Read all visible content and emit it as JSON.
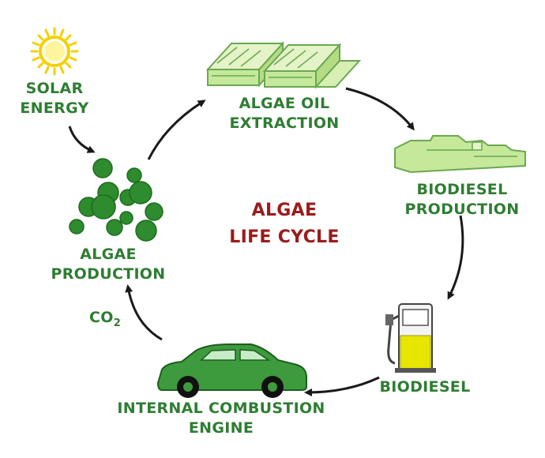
{
  "diagram": {
    "title": [
      "ALGAE",
      "LIFE CYCLE"
    ],
    "nodes": {
      "solar_energy": {
        "label": [
          "SOLAR",
          "ENERGY"
        ],
        "icon": "sun-icon"
      },
      "algae_oil_extraction": {
        "label": [
          "ALGAE OIL",
          "EXTRACTION"
        ],
        "icon": "extraction-trays-icon"
      },
      "biodiesel_production": {
        "label": [
          "BIODIESEL",
          "PRODUCTION"
        ],
        "icon": "refinery-icon"
      },
      "biodiesel": {
        "label": [
          "BIODIESEL"
        ],
        "icon": "fuel-pump-icon"
      },
      "internal_combustion_engine": {
        "label": [
          "INTERNAL COMBUSTION",
          "ENGINE"
        ],
        "icon": "car-icon"
      },
      "algae_production": {
        "label": [
          "ALGAE",
          "PRODUCTION"
        ],
        "icon": "algae-cells-icon"
      }
    },
    "co2": {
      "text": "CO",
      "subscript": "2"
    },
    "cycle": [
      "algae_production",
      "algae_oil_extraction",
      "biodiesel_production",
      "biodiesel",
      "internal_combustion_engine",
      "algae_production"
    ],
    "colors": {
      "label_green": "#2e7d32",
      "title_red": "#9b1b1b",
      "algae_green": "#2e8b2e",
      "light_green": "#c5e89a",
      "outline_green": "#6aa84f",
      "sun_yellow": "#f5d000",
      "fuel_yellow": "#e6e600",
      "arrow": "#1a1a1a"
    }
  }
}
